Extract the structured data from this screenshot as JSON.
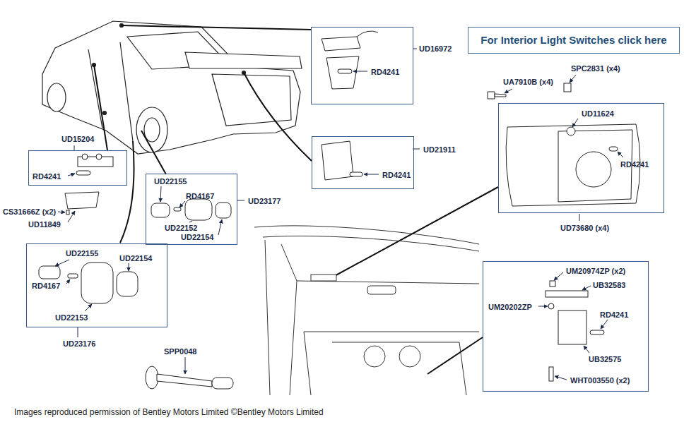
{
  "diagram": {
    "caption": "Images reproduced permission of Bentley Motors Limited ©Bentley Motors Limited",
    "nodes": [
      {
        "text": [
          "UD16972",
          "RD4241"
        ]
      },
      {
        "text": [
          "For Interior Light Switches click here"
        ]
      },
      {
        "text": [
          "UD11624",
          "RD4241",
          "UD73680 (x4)"
        ]
      },
      {
        "text": [
          "UD21911",
          "RD4241"
        ]
      },
      {
        "text": [
          "UD15204",
          "RD4241"
        ]
      },
      {
        "text": [
          "UD23177",
          "UD22155",
          "RD4167",
          "UD22152",
          "UD22154"
        ]
      },
      {
        "text": [
          "UD22155",
          "UD22154",
          "RD4167",
          "UD22153",
          "UD23176"
        ]
      },
      {
        "text": [
          "UM20974ZP (x2)",
          "UB32583",
          "UM20202ZP",
          "RD4241",
          "UB32575",
          "WHT003550 (x2)"
        ]
      }
    ],
    "labels": [
      "UA7910B (x4)",
      "SPC2831 (x4)",
      "CS31666Z (x2)",
      "UD11849",
      "SPP0048"
    ]
  }
}
